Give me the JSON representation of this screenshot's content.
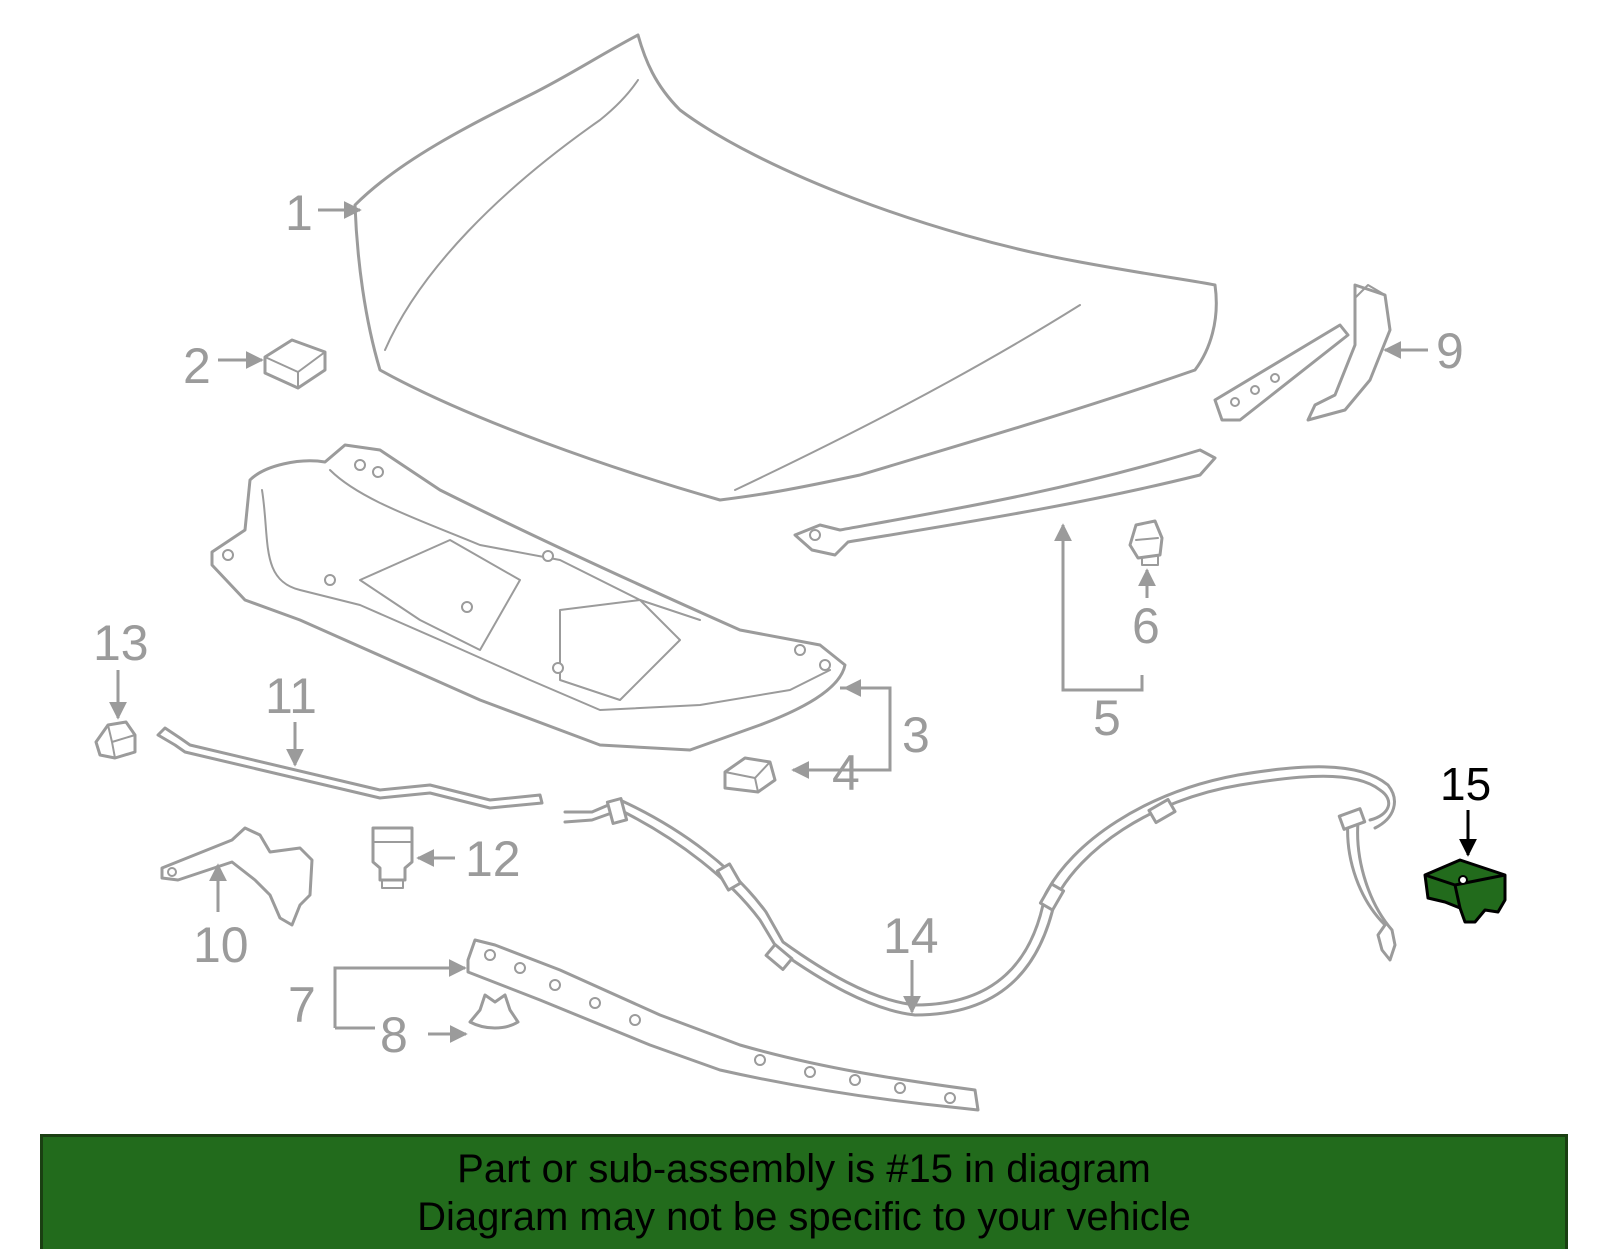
{
  "colors": {
    "line": "#9b9b9b",
    "highlight_part": "#226b1c",
    "highlight_label": "#000000",
    "banner_bg": "#226b1c",
    "banner_text": "#000000"
  },
  "callouts": {
    "c1": "1",
    "c2": "2",
    "c3": "3",
    "c4": "4",
    "c5": "5",
    "c6": "6",
    "c7": "7",
    "c8": "8",
    "c9": "9",
    "c10": "10",
    "c11": "11",
    "c12": "12",
    "c13": "13",
    "c14": "14",
    "c15": "15"
  },
  "highlighted_part": "15",
  "banner": {
    "line1": "Part or sub-assembly is #15 in diagram",
    "line2": "Diagram may not be specific to your vehicle"
  }
}
